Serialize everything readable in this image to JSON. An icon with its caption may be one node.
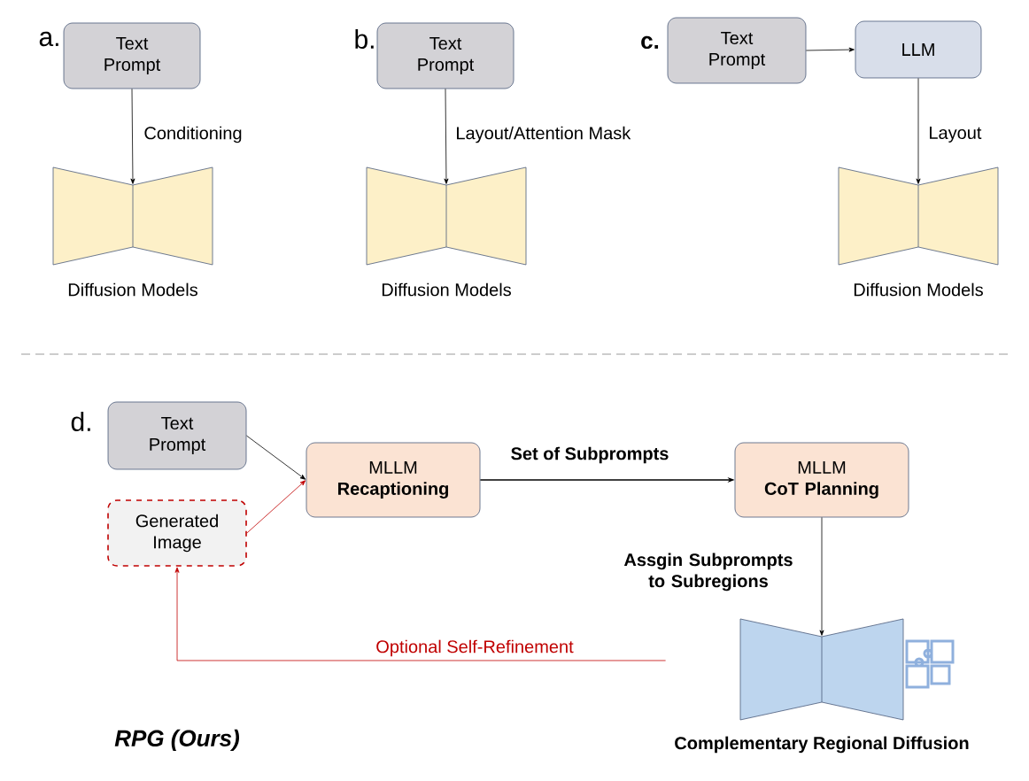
{
  "diagram": {
    "nodes": [
      {
        "text": [
          "Text Prompt"
        ]
      },
      {
        "text": [],
        "shape": "bowtie",
        "beside": [
          "Diffusion Models"
        ]
      },
      {
        "text": [
          "Text Prompt"
        ]
      },
      {
        "text": [],
        "shape": "bowtie",
        "beside": [
          "Diffusion Models"
        ]
      },
      {
        "text": [
          "Text Prompt"
        ]
      },
      {
        "text": [
          "LLM"
        ]
      },
      {
        "text": [],
        "shape": "bowtie",
        "beside": [
          "Diffusion Models"
        ]
      },
      {
        "text": [
          "Text Prompt"
        ]
      },
      {
        "text": [
          "Generated Image"
        ]
      },
      {
        "text": [
          "MLLM",
          "Recaptioning"
        ]
      },
      {
        "text": [
          "MLLM",
          "CoT Planning"
        ]
      },
      {
        "text": [],
        "shape": "bowtie",
        "beside": [
          "Complementary Regional Diffusion"
        ]
      }
    ],
    "edges": [
      {
        "from": 0,
        "to": 1,
        "arrow": "to",
        "label": "Conditioning"
      },
      {
        "from": 2,
        "to": 3,
        "arrow": "to",
        "label": "Layout/Attention Mask"
      },
      {
        "from": 4,
        "to": 5,
        "arrow": "to"
      },
      {
        "from": 5,
        "to": 6,
        "arrow": "to",
        "label": "Layout"
      },
      {
        "from": 7,
        "to": 9,
        "arrow": "to"
      },
      {
        "from": 8,
        "to": 9,
        "arrow": "to",
        "color": "#c00000"
      },
      {
        "from": 9,
        "to": 10,
        "arrow": "to",
        "label": "Set of Subprompts"
      },
      {
        "from": 10,
        "to": 11,
        "arrow": "to",
        "label": "Assgin Subprompts to Subregions"
      },
      {
        "from": 11,
        "to": 8,
        "arrow": "to",
        "label": "Optional Self-Refinement",
        "color": "#c00000"
      }
    ],
    "labels": [
      "a.",
      "b.",
      "c.",
      "d.",
      "RPG (Ours)"
    ]
  }
}
